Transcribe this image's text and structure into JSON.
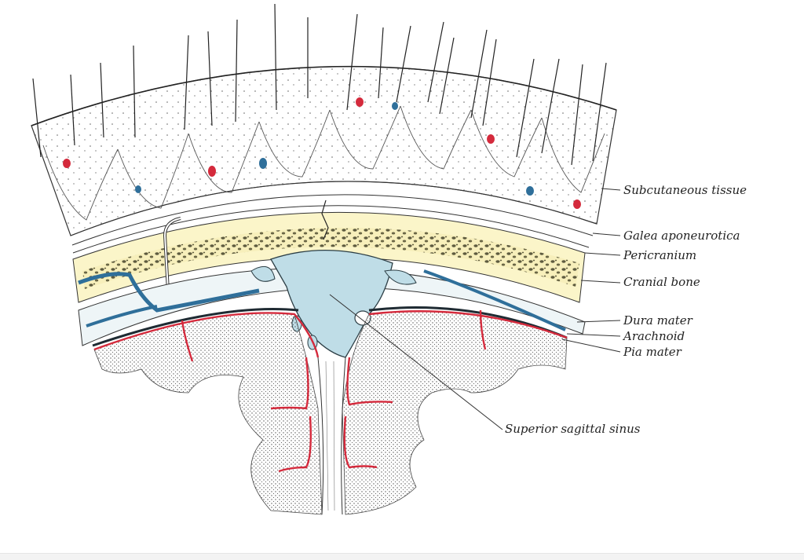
{
  "labels": {
    "subcutaneous": "Subcutaneous tissue",
    "galea": "Galea aponeurotica",
    "pericranium": "Pericranium",
    "cranial_bone": "Cranial bone",
    "dura": "Dura mater",
    "arachnoid": "Arachnoid",
    "pia": "Pia mater",
    "sinus": "Superior sagittal sinus"
  },
  "colors": {
    "artery": "#d42a3c",
    "vein": "#2f6f9a",
    "sinus_fill": "#bfdde7",
    "bone_fill": "#fbf5c9",
    "ink": "#2a2a2a",
    "cortex_dots": "#555555"
  }
}
